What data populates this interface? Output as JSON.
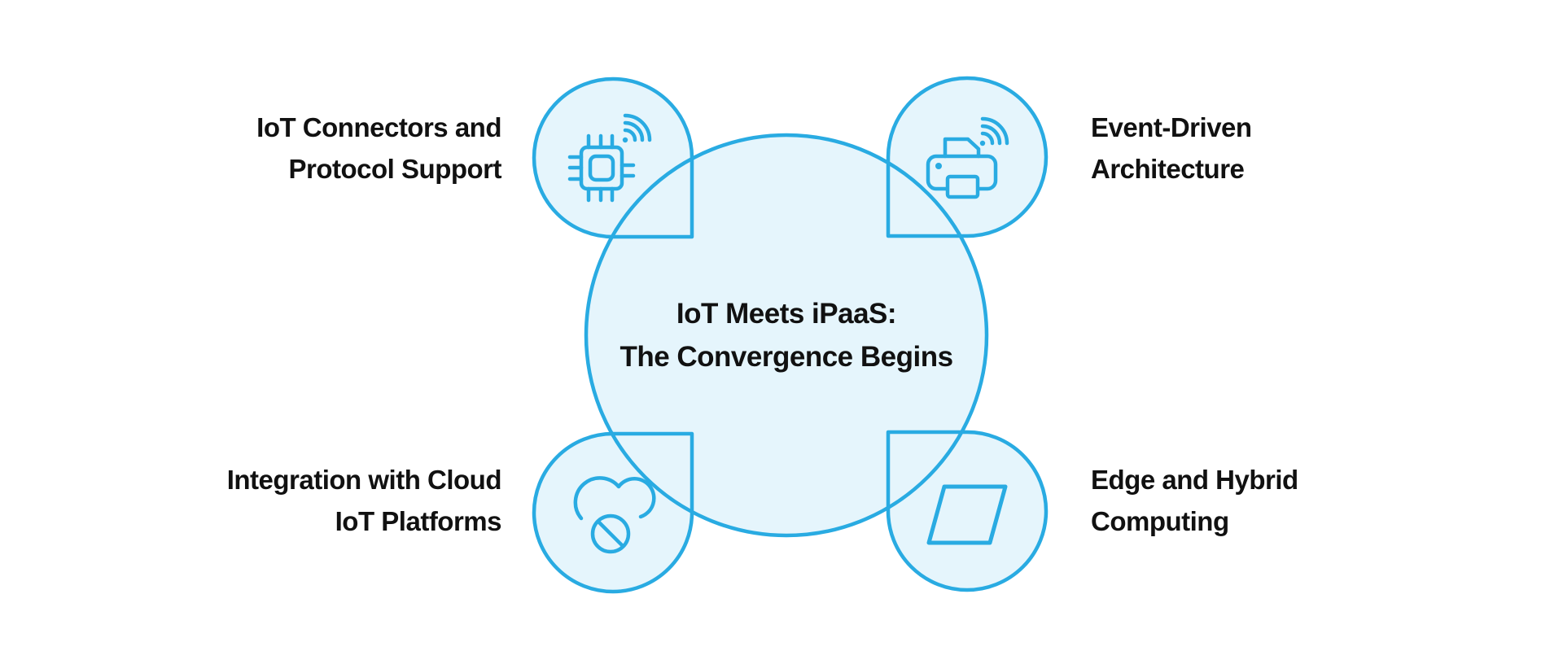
{
  "diagram": {
    "title": {
      "line1": "IoT Meets iPaaS:",
      "line2": "The Convergence Begins"
    },
    "nodes": [
      {
        "id": "top-left",
        "label_line1": "IoT Connectors and",
        "label_line2": "Protocol Support",
        "icon": "chip-wifi-icon"
      },
      {
        "id": "top-right",
        "label_line1": "Event-Driven",
        "label_line2": "Architecture",
        "icon": "printer-wifi-icon"
      },
      {
        "id": "bottom-left",
        "label_line1": "Integration with Cloud",
        "label_line2": "IoT Platforms",
        "icon": "cloud-offline-icon"
      },
      {
        "id": "bottom-right",
        "label_line1": "Edge and Hybrid",
        "label_line2": "Computing",
        "icon": "parallelogram-icon"
      }
    ],
    "colors": {
      "accent_stroke": "#29ABE2",
      "shape_fill": "#E5F5FC",
      "text": "#111111",
      "background": "#FFFFFF"
    }
  }
}
